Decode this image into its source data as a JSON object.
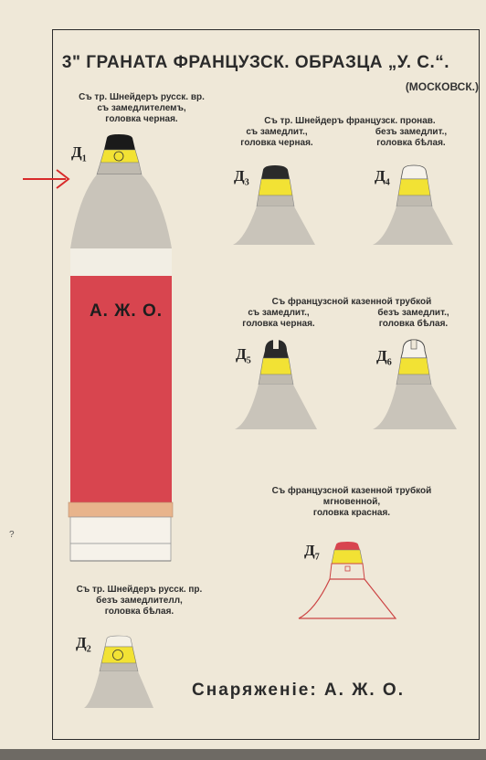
{
  "title": "3\" ГРАНАТА ФРАНЦУЗСК. ОБРАЗЦА „У. С.“.",
  "subtitle": "(МОСКОВСК.)",
  "main_shell": {
    "label": "Д",
    "label_sub": "1",
    "caption": [
      "Съ тр. Шнейдеръ русск. вр.",
      "съ замедлителемъ,",
      "головка черная."
    ],
    "filling": "А. Ж. О."
  },
  "d2": {
    "label": "Д",
    "label_sub": "2",
    "caption": [
      "Съ тр. Шнейдеръ русск. пр.",
      "безъ замедлителл,",
      "головка бѣлая."
    ]
  },
  "group_top": {
    "caption": [
      "Съ тр. Шнейдеръ французск. пронав."
    ],
    "d3": {
      "label": "Д",
      "label_sub": "3",
      "caption": [
        "съ замедлит.,",
        "головка черная."
      ]
    },
    "d4": {
      "label": "Д",
      "label_sub": "4",
      "caption": [
        "безъ замедлит.,",
        "головка бѣлая."
      ]
    }
  },
  "group_mid": {
    "caption": [
      "Съ французсной казенной трубкой"
    ],
    "d5": {
      "label": "Д",
      "label_sub": "5",
      "caption": [
        "съ замедлит.,",
        "головка черная."
      ]
    },
    "d6": {
      "label": "Д",
      "label_sub": "6",
      "caption": [
        "безъ замедлит.,",
        "головка бѣлая."
      ]
    }
  },
  "group_bottom": {
    "caption": [
      "Съ французсной казенной трубкой",
      "мгновенной,",
      "головка красная."
    ],
    "d7": {
      "label": "Д",
      "label_sub": "7"
    }
  },
  "footer": "Снаряженіе: А. Ж. О.",
  "margin_mark": "?",
  "colors": {
    "grey": "#c7c3b8",
    "red": "#d8454f",
    "yellow": "#f2e234",
    "black": "#1a1a1a",
    "arrow": "#d82a2a",
    "band": "#e8b48c",
    "paper": "#efe8d8"
  }
}
